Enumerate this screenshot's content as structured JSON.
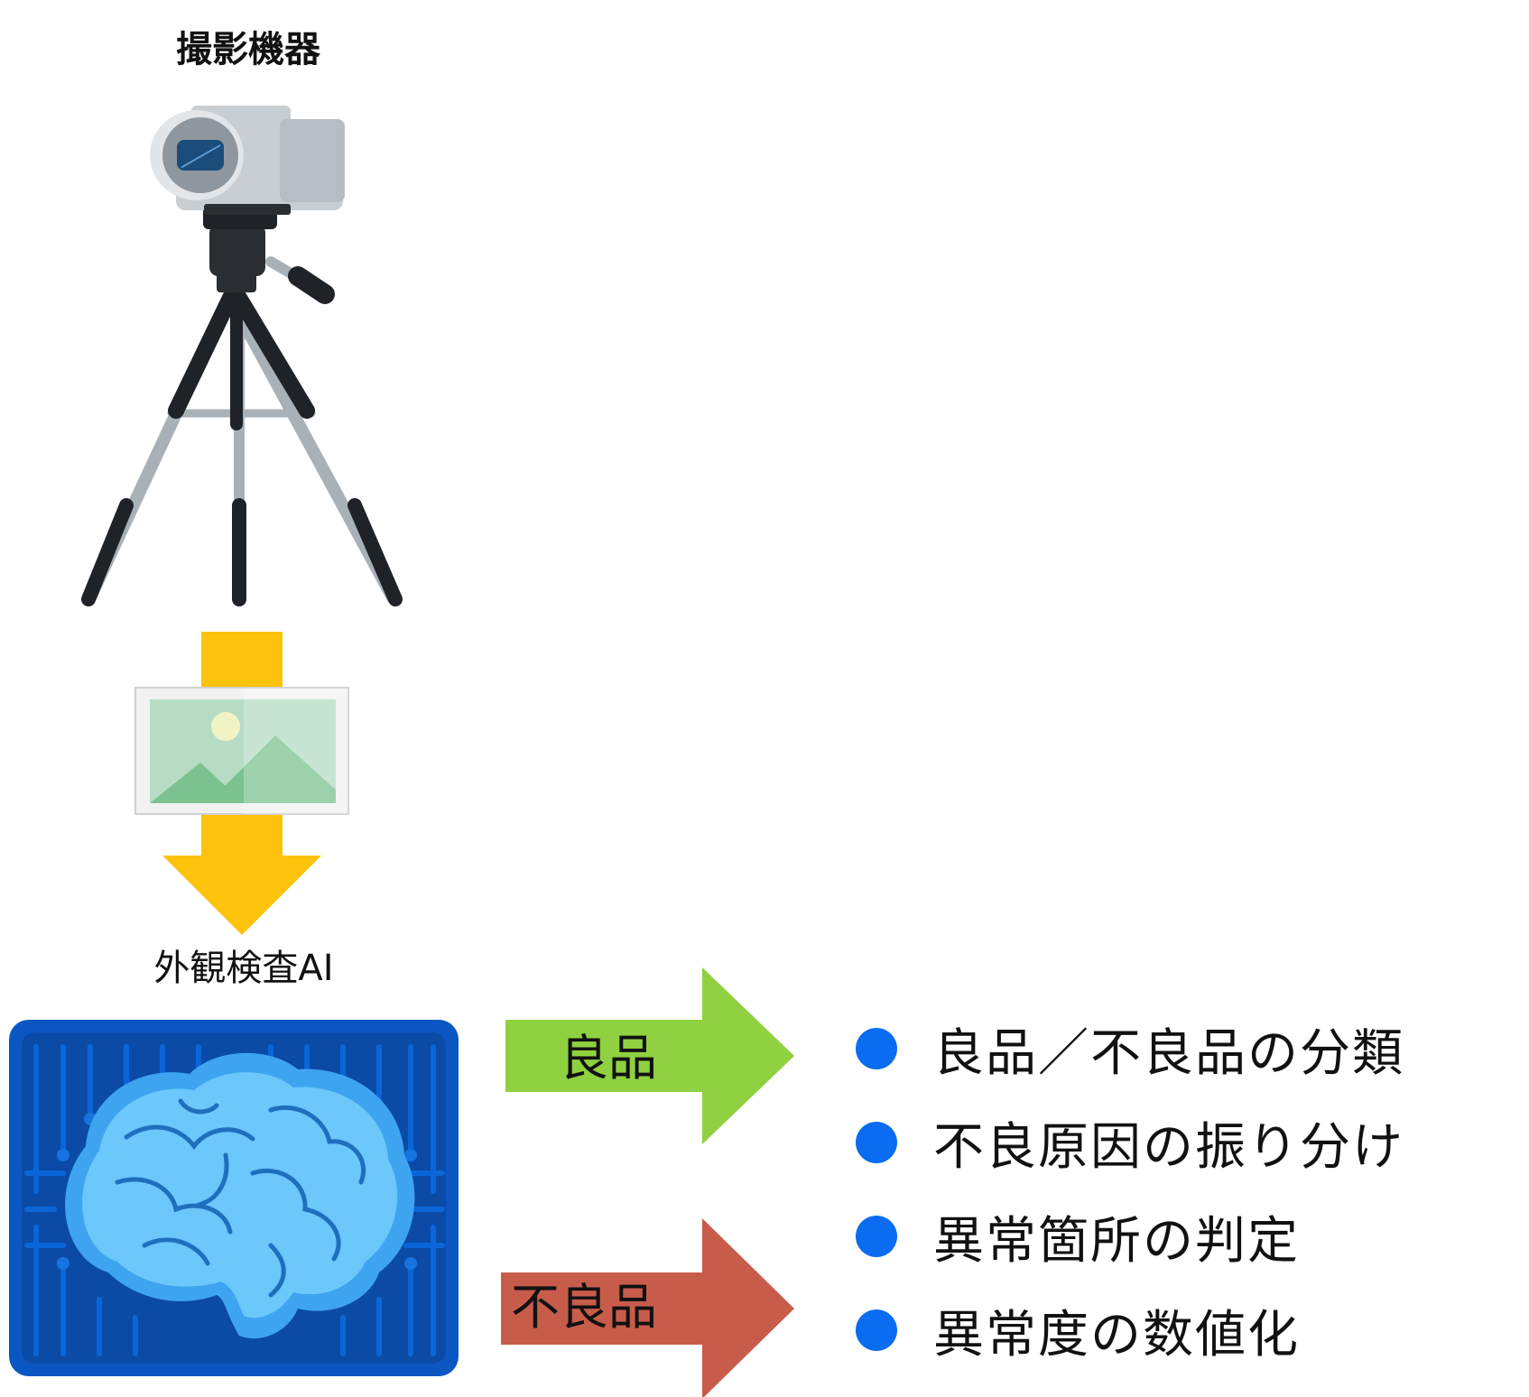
{
  "titles": {
    "camera": "撮影機器",
    "ai": "外観検査AI"
  },
  "arrows": {
    "good": {
      "label": "良品",
      "color": "#8fd140"
    },
    "bad": {
      "label": "不良品",
      "color": "#c85c4a"
    },
    "flow_color": "#fcc20c"
  },
  "features": [
    "良品／不良品の分類",
    "不良原因の振り分け",
    "異常箇所の判定",
    "異常度の数値化"
  ],
  "colors": {
    "bullet": "#0a6cf0",
    "circuit_board": "#0a57c4",
    "brain": "#4db6f5"
  },
  "icons": {
    "camera": "video-camera-tripod-icon",
    "image": "landscape-image-icon",
    "brain": "brain-circuit-icon"
  }
}
